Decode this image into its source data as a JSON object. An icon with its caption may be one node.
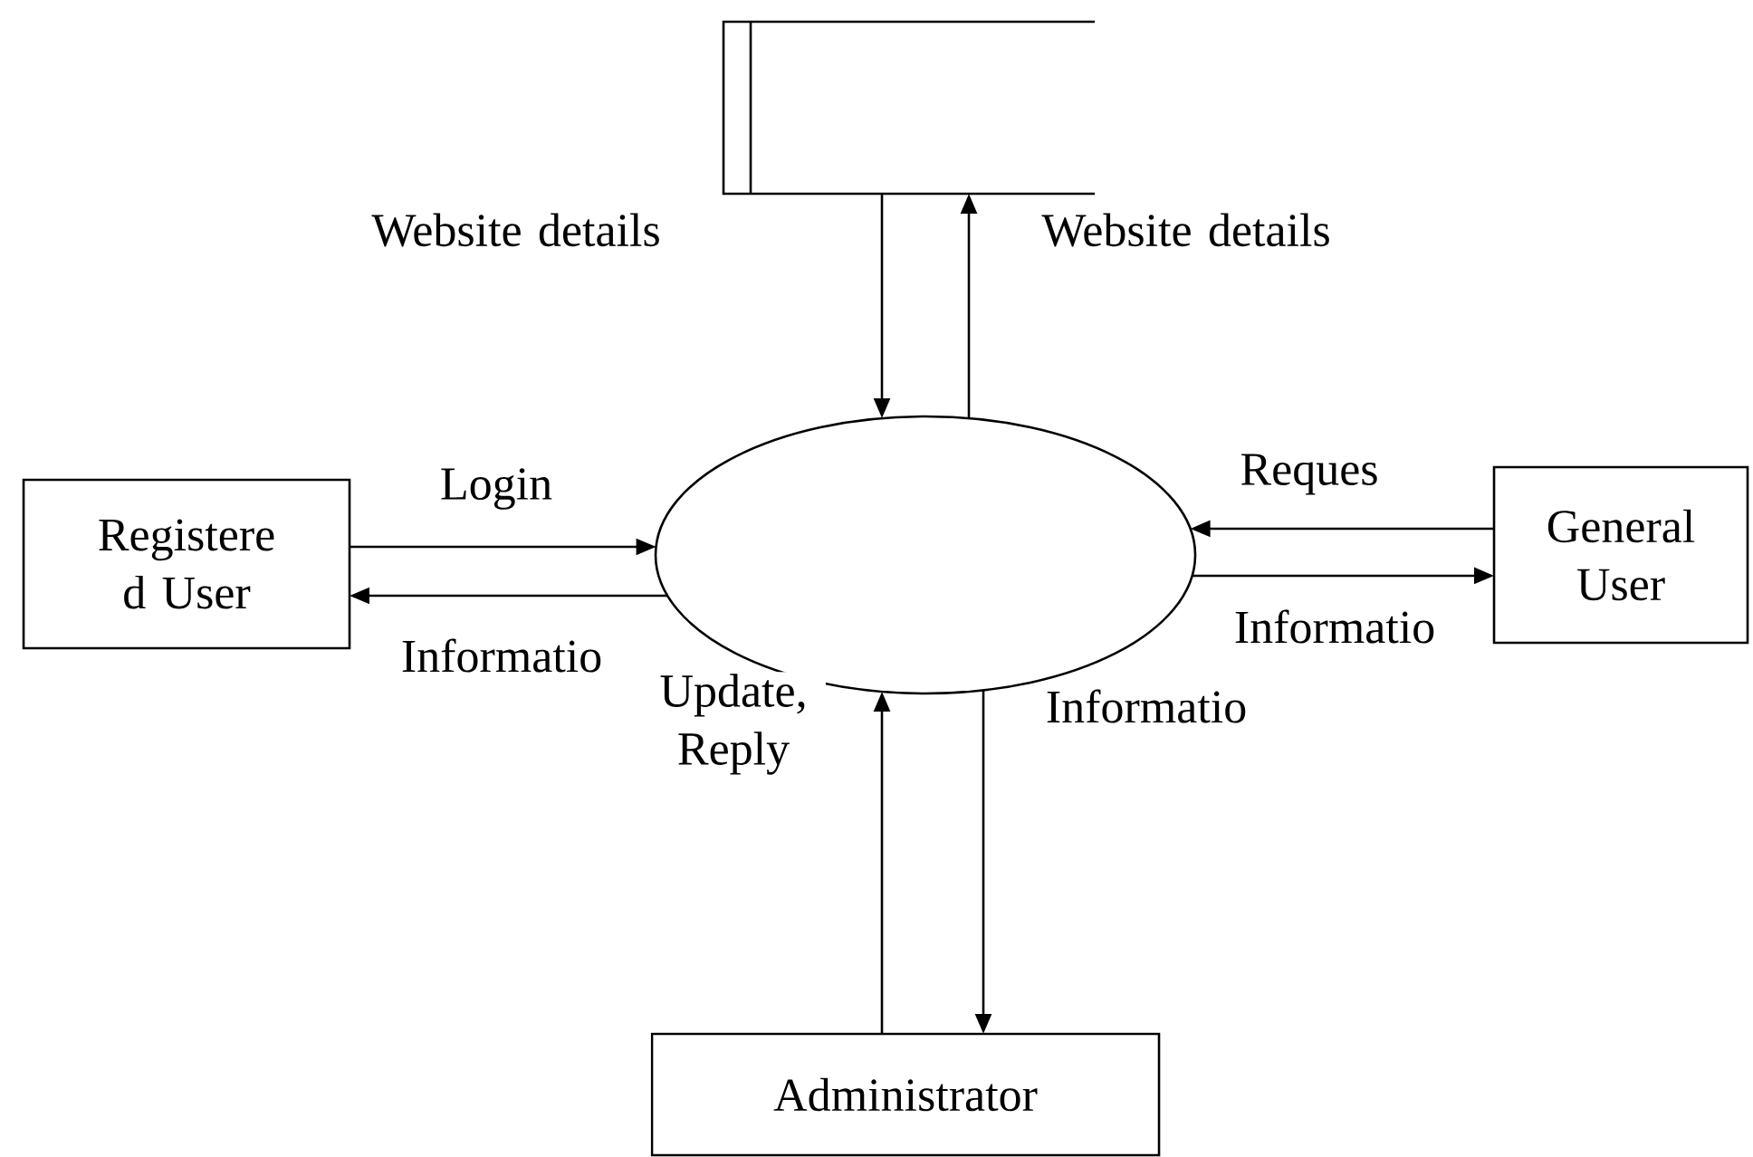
{
  "diagram": {
    "nodes": [
      {
        "text": [],
        "shape": "box"
      },
      {
        "text": [
          "Registere d User"
        ]
      },
      {
        "text": [],
        "shape": "ellipse"
      },
      {
        "text": [
          "General User"
        ]
      },
      {
        "text": [
          "Administrator"
        ]
      }
    ],
    "edges": [
      {
        "from": 0,
        "to": 2,
        "arrow": "to",
        "label": "Website details"
      },
      {
        "from": 2,
        "to": 0,
        "arrow": "to",
        "label": "Website details"
      },
      {
        "from": 1,
        "to": 2,
        "arrow": "to",
        "label": "Login"
      },
      {
        "from": 2,
        "to": 1,
        "arrow": "to",
        "label": "Informatio"
      },
      {
        "from": 3,
        "to": 2,
        "arrow": "to",
        "label": "Reques"
      },
      {
        "from": 2,
        "to": 3,
        "arrow": "to",
        "label": "Informatio"
      },
      {
        "from": 4,
        "to": 2,
        "arrow": "to",
        "label": "Update, Reply"
      },
      {
        "from": 2,
        "to": 4,
        "arrow": "to",
        "label": "Informatio"
      }
    ]
  }
}
